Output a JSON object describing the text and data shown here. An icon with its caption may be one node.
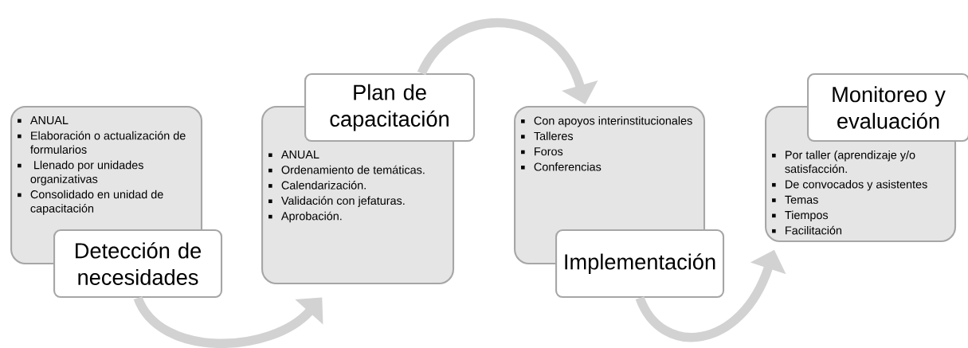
{
  "diagram": {
    "nodes": [
      {
        "text": [
          "ANUAL",
          "Elaboración o actualización de formularios",
          " Llenado por unidades organizativas",
          "Consolidado en unidad de capacitación"
        ]
      },
      {
        "text": [
          "Detección de necesidades"
        ]
      },
      {
        "text": [
          "ANUAL",
          "Ordenamiento de temáticas.",
          "Calendarización.",
          "Validación con jefaturas.",
          "Aprobación."
        ]
      },
      {
        "text": [
          "Plan de capacitación"
        ]
      },
      {
        "text": [
          "Con apoyos interinstitucionales",
          "Talleres",
          "Foros",
          "Conferencias"
        ]
      },
      {
        "text": [
          "Implementación"
        ]
      },
      {
        "text": [
          "Por taller (aprendizaje y/o satisfacción.",
          "De convocados y asistentes",
          "Temas",
          "Tiempos",
          "Facilitación"
        ]
      },
      {
        "text": [
          "Monitoreo y evaluación"
        ]
      }
    ],
    "edges": [
      {
        "from": 1,
        "to": 2,
        "arrow": "to"
      },
      {
        "from": 3,
        "to": 4,
        "arrow": "to"
      },
      {
        "from": 5,
        "to": 6,
        "arrow": "to"
      }
    ]
  }
}
